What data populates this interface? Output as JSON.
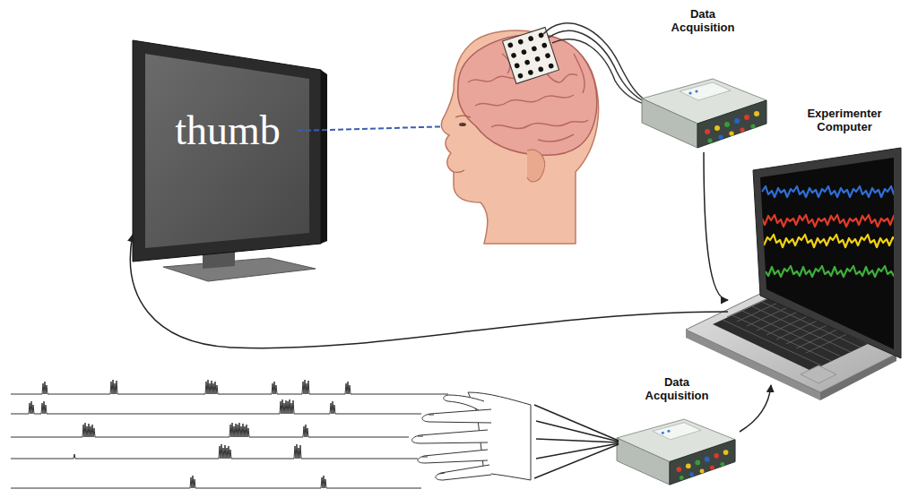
{
  "diagram": {
    "nodes": [
      {
        "text": [
          "thumb"
        ]
      },
      {
        "text": [
          "Data Acquisition"
        ]
      },
      {
        "text": [
          "Experimenter Computer"
        ]
      },
      {
        "text": [
          "Data Acquisition"
        ]
      }
    ],
    "edges": [
      {
        "from": 1,
        "to": 2,
        "arrow": "to"
      },
      {
        "from": 2,
        "to": 0,
        "arrow": "to"
      },
      {
        "from": 3,
        "to": 2,
        "arrow": "to"
      }
    ]
  }
}
